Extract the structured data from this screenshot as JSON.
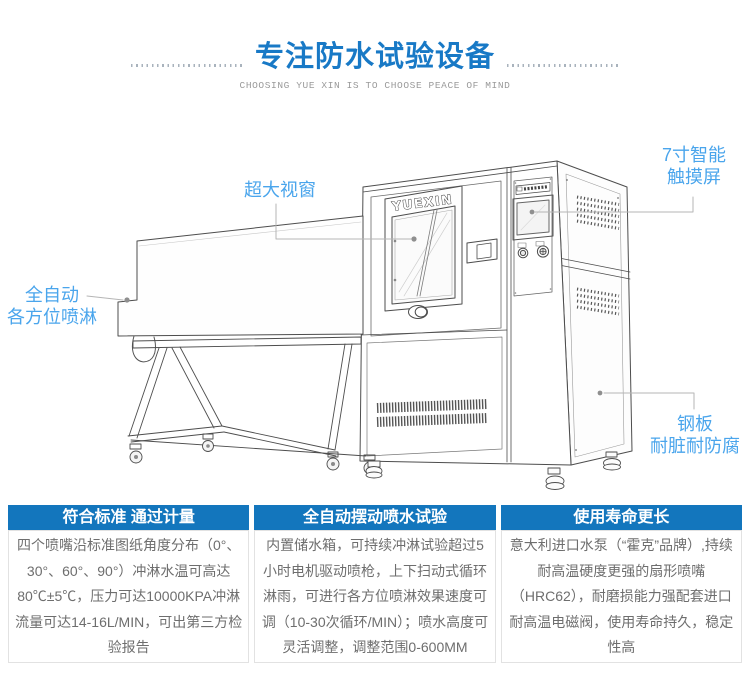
{
  "header": {
    "title": "专注防水试验设备",
    "subtitle": "CHOOSING YUE XIN IS TO CHOOSE PEACE OF MIND"
  },
  "illustration": {
    "brand": "YUEXIN",
    "callouts": {
      "window": "超大视窗",
      "touchscreen_line1": "7寸智能",
      "touchscreen_line2": "触摸屏",
      "spray_line1": "全自动",
      "spray_line2": "各方位喷淋",
      "steel_line1": "钢板",
      "steel_line2": "耐脏耐防腐"
    }
  },
  "features": {
    "columns": [
      {
        "header": "符合标准 通过计量",
        "body": "四个喷嘴沿标准图纸角度分布（0°、30°、60°、90°）冲淋水温可高达80℃±5℃，压力可达10000KPA冲淋流量可达14-16L/MIN，可出第三方检验报告"
      },
      {
        "header": "全自动摆动喷水试验",
        "body": "内置储水箱，可持续冲淋试验超过5小时电机驱动喷枪，上下扫动式循环淋雨，可进行各方位喷淋效果速度可调（10-30次循环/MIN）；喷水高度可灵活调整，调整范围0-600MM"
      },
      {
        "header": "使用寿命更长",
        "body": "意大利进口水泵（“霍克”品牌）,持续耐高温硬度更强的扇形喷嘴（HRC62），耐磨损能力强配套进口耐高温电磁阀，使用寿命持久，稳定性高"
      }
    ]
  },
  "colors": {
    "title_blue": "#1879c6",
    "label_blue": "#4aa5ec",
    "table_header_blue": "#1376bd"
  }
}
